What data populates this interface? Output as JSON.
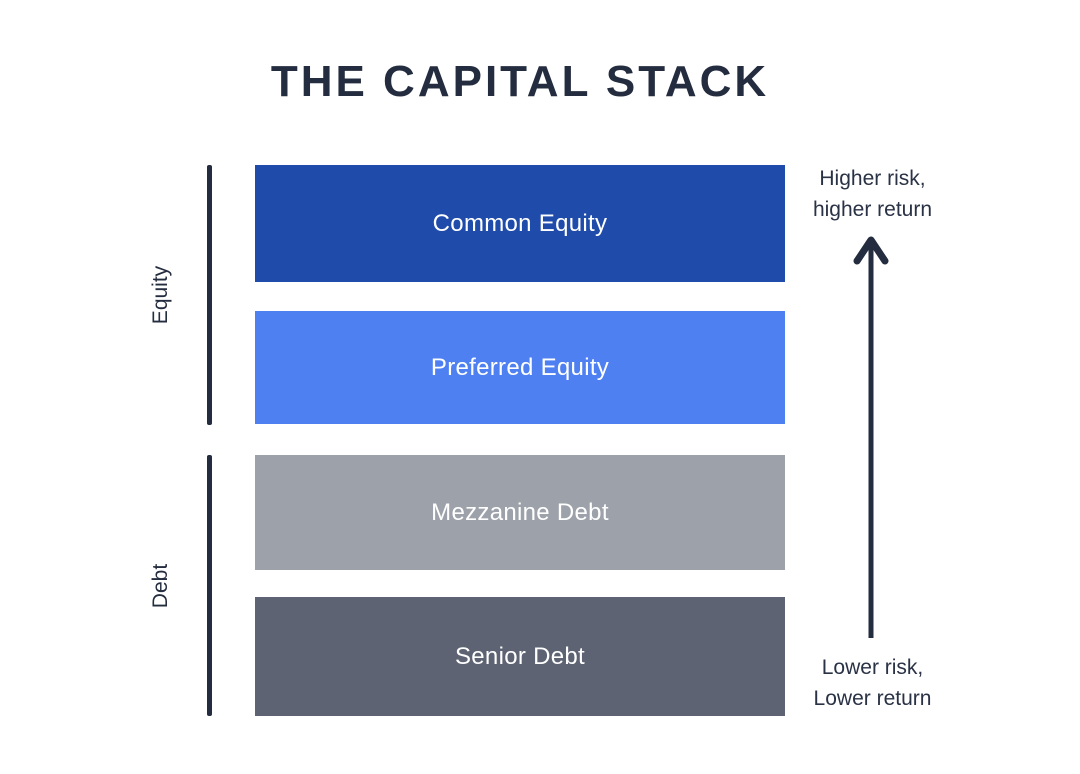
{
  "title": "THE CAPITAL STACK",
  "stack": {
    "bars": [
      {
        "label": "Common Equity",
        "color": "#1F4BAB",
        "text_color": "#FFFFFF",
        "group": "Equity"
      },
      {
        "label": "Preferred Equity",
        "color": "#4F80F2",
        "text_color": "#FFFFFF",
        "group": "Equity"
      },
      {
        "label": "Mezzanine Debt",
        "color": "#9DA1AA",
        "text_color": "#FFFFFF",
        "group": "Debt"
      },
      {
        "label": "Senior Debt",
        "color": "#5D6373",
        "text_color": "#FFFFFF",
        "group": "Debt"
      }
    ]
  },
  "group_labels": {
    "equity": "Equity",
    "debt": "Debt"
  },
  "annotations": {
    "top_line1": "Higher risk,",
    "top_line2": "higher return",
    "bottom_line1": "Lower risk,",
    "bottom_line2": "Lower return",
    "arrow_direction": "up"
  },
  "colors": {
    "background": "#FFFFFF",
    "navy": "#242C3F",
    "annotation_text": "#2A3245"
  }
}
